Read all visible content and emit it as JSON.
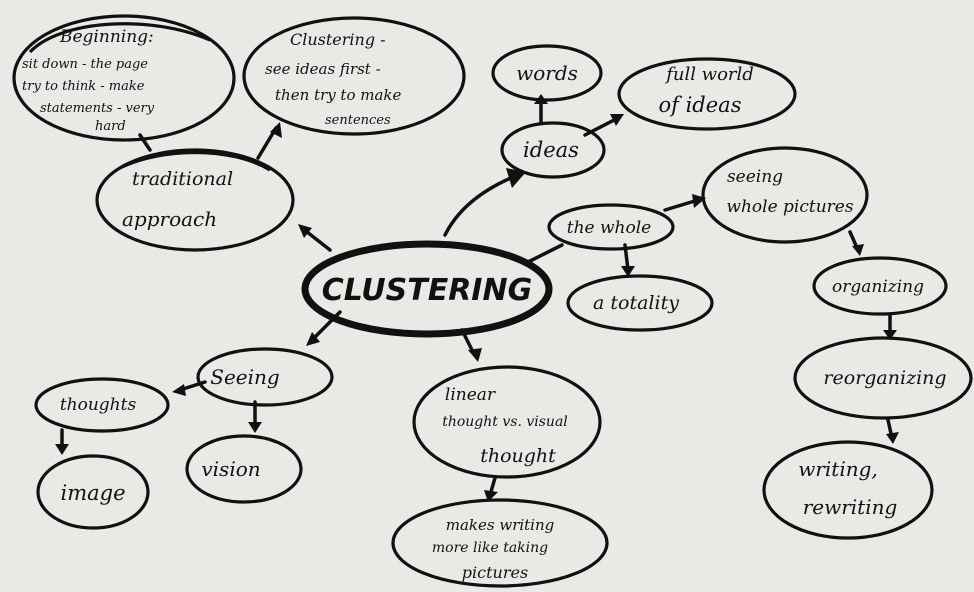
{
  "center": "CLUSTERING",
  "nodes": {
    "beginning": [
      "Beginning:",
      "sit down - the page",
      "try to think - make",
      "statements - very",
      "hard"
    ],
    "clustering_note": [
      "Clustering -",
      "see ideas first -",
      "then try to make",
      "sentences"
    ],
    "traditional": [
      "traditional",
      "approach"
    ],
    "words": [
      "words"
    ],
    "ideas": [
      "ideas"
    ],
    "full_world": [
      "full world",
      "of ideas"
    ],
    "the_whole": [
      "the whole"
    ],
    "a_totality": [
      "a totality"
    ],
    "seeing_whole": [
      "seeing",
      "whole pictures"
    ],
    "organizing": [
      "organizing"
    ],
    "reorganizing": [
      "reorganizing"
    ],
    "writing": [
      "writing,",
      "rewriting"
    ],
    "seeing": [
      "Seeing"
    ],
    "thoughts": [
      "thoughts"
    ],
    "image": [
      "image"
    ],
    "vision": [
      "vision"
    ],
    "linear": [
      "linear",
      "thought vs. visual",
      "thought"
    ],
    "makes_writing": [
      "makes writing",
      "more like taking",
      "pictures"
    ]
  },
  "colors": {
    "ink": "#111111",
    "paper": "#e9e9e6"
  }
}
